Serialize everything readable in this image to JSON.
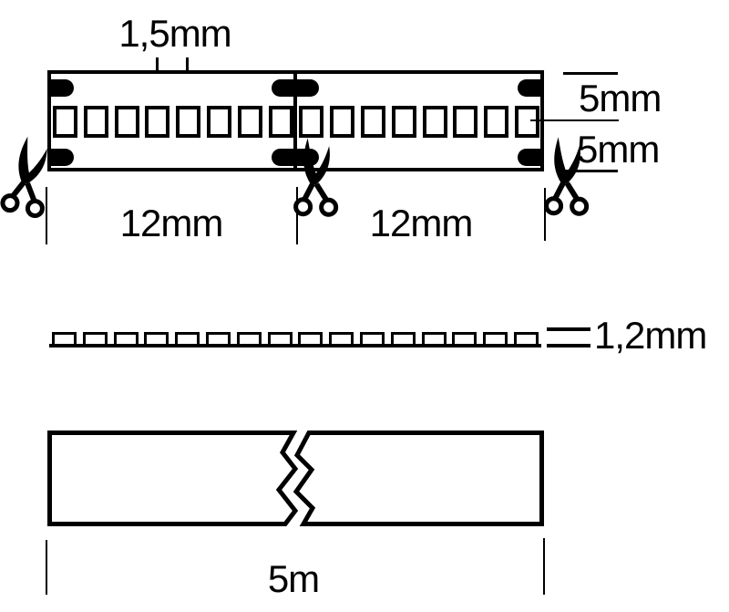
{
  "colors": {
    "ink": "#000000",
    "background": "#ffffff"
  },
  "top_view": {
    "led_count": 16,
    "labels": {
      "led_pitch": "1,5mm",
      "segment_left": "12mm",
      "segment_right": "12mm",
      "width_upper": "5mm",
      "width_lower": "5mm"
    }
  },
  "side_view": {
    "led_count": 16,
    "labels": {
      "thickness": "1,2mm"
    }
  },
  "reel_view": {
    "labels": {
      "length": "5m"
    }
  }
}
